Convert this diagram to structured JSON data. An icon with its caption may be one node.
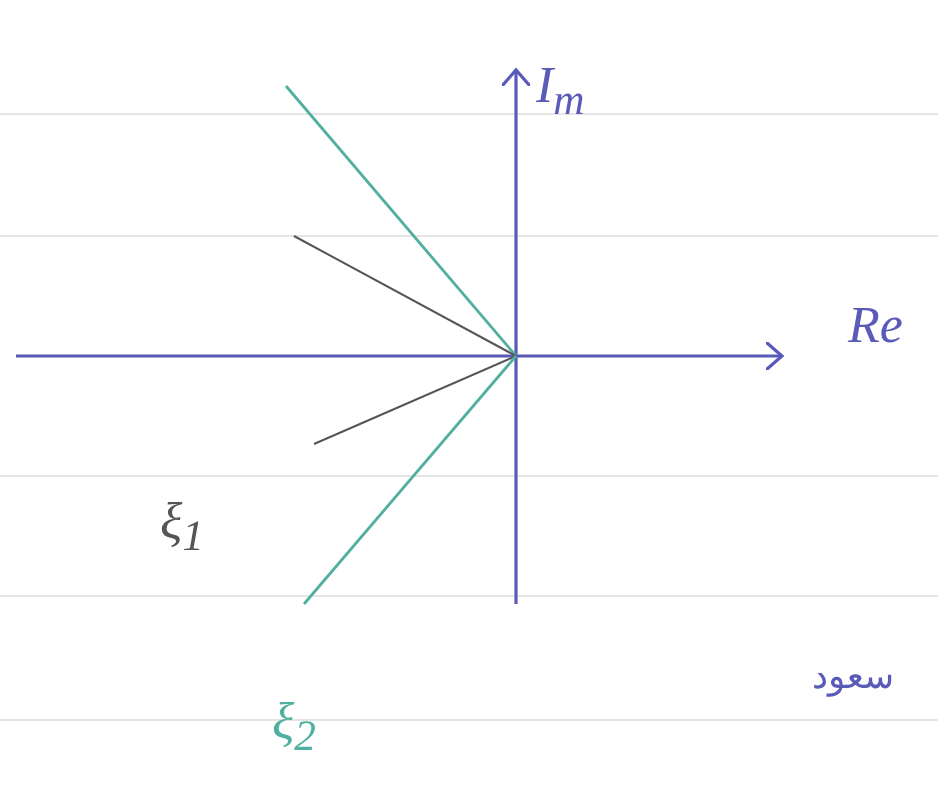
{
  "diagram": {
    "labels": [
      "I$_{m}$",
      "Re",
      "ξ$_{1}$",
      "ξ$_{2}$",
      "سعود"
    ]
  }
}
